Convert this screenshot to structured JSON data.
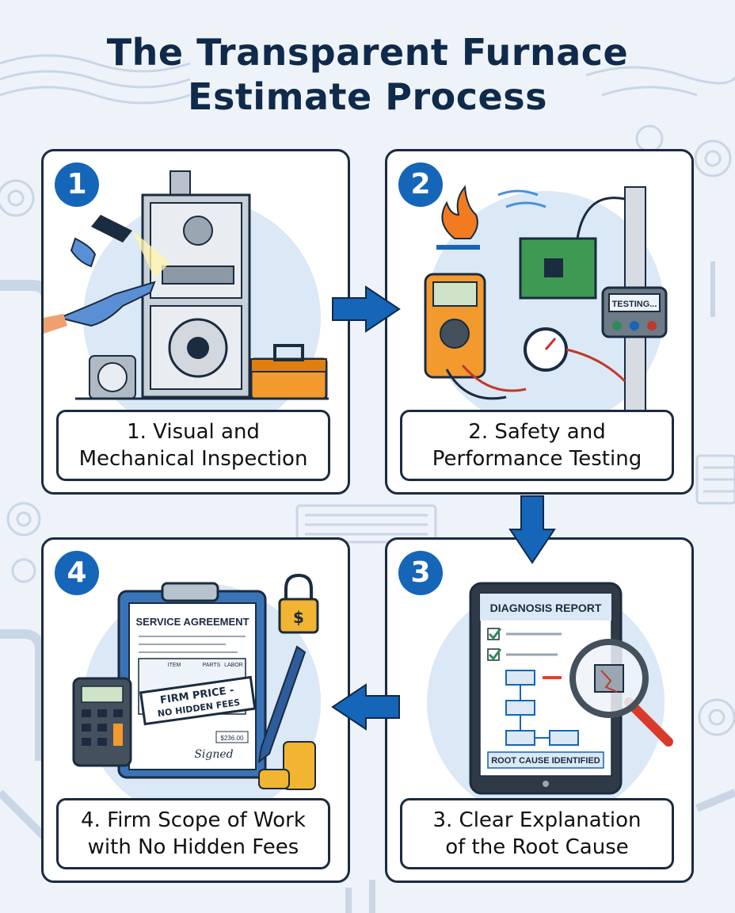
{
  "title": "The Transparent Furnace\nEstimate Process",
  "steps": [
    {
      "number": "1",
      "label": "1. Visual and\nMechanical Inspection",
      "icons": [
        "furnace-icon",
        "flashlight-icon",
        "gloved-hand-icon",
        "toolbox-icon",
        "fan-heater-icon"
      ]
    },
    {
      "number": "2",
      "label": "2. Safety and\nPerformance Testing",
      "device_text": "TESTING...",
      "icons": [
        "flame-icon",
        "multimeter-icon",
        "circuit-board-icon",
        "pressure-gauge-icon",
        "tester-device-icon"
      ]
    },
    {
      "number": "3",
      "label": "3. Clear Explanation\nof the Root Cause",
      "report_title": "DIAGNOSIS REPORT",
      "report_footer": "ROOT CAUSE IDENTIFIED",
      "icons": [
        "tablet-icon",
        "magnifier-icon",
        "flowchart-icon",
        "checkmark-icon"
      ]
    },
    {
      "number": "4",
      "label": "4. Firm Scope of Work\nwith No Hidden Fees",
      "doc_title": "SERVICE AGREEMENT",
      "col_item": "ITEM",
      "col_parts": "PARTS",
      "col_labor": "LABOR",
      "stamp_line1": "FIRM PRICE -",
      "stamp_line2": "NO HIDDEN FEES",
      "amount": "$236.00",
      "signature": "Signed",
      "icons": [
        "clipboard-icon",
        "calculator-icon",
        "pen-icon",
        "coins-icon",
        "padlock-dollar-icon"
      ]
    }
  ],
  "colors": {
    "accent": "#1565b8",
    "title": "#0f2a4a",
    "border": "#1b2b40",
    "background": "#eef3f9"
  }
}
